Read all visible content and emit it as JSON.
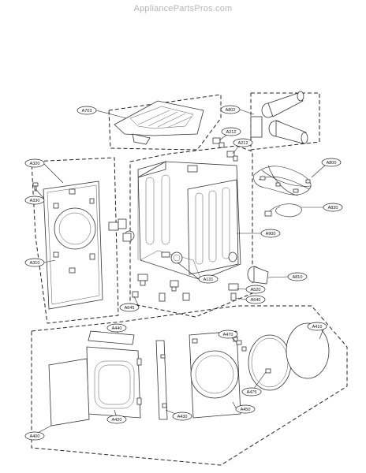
{
  "watermark": "AppliancePartsPros.com",
  "callouts": [
    {
      "id": "A703",
      "text": "A703"
    },
    {
      "id": "A802",
      "text": "A802"
    },
    {
      "id": "A212a",
      "text": "A212"
    },
    {
      "id": "A212b",
      "text": "A212"
    },
    {
      "id": "A800",
      "text": "A800"
    },
    {
      "id": "A830",
      "text": "A830"
    },
    {
      "id": "A320",
      "text": "A320"
    },
    {
      "id": "A330",
      "text": "A330"
    },
    {
      "id": "A310",
      "text": "A310"
    },
    {
      "id": "A900",
      "text": "A900"
    },
    {
      "id": "A131",
      "text": "A131"
    },
    {
      "id": "A810",
      "text": "A810"
    },
    {
      "id": "A520",
      "text": "A520"
    },
    {
      "id": "A640",
      "text": "A640"
    },
    {
      "id": "A645",
      "text": "A645"
    },
    {
      "id": "A440",
      "text": "A440"
    },
    {
      "id": "A410",
      "text": "A410"
    },
    {
      "id": "A470",
      "text": "A470"
    },
    {
      "id": "A475",
      "text": "A475"
    },
    {
      "id": "A420",
      "text": "A420"
    },
    {
      "id": "A430",
      "text": "A430"
    },
    {
      "id": "A450",
      "text": "A450"
    },
    {
      "id": "A400",
      "text": "A400"
    }
  ]
}
